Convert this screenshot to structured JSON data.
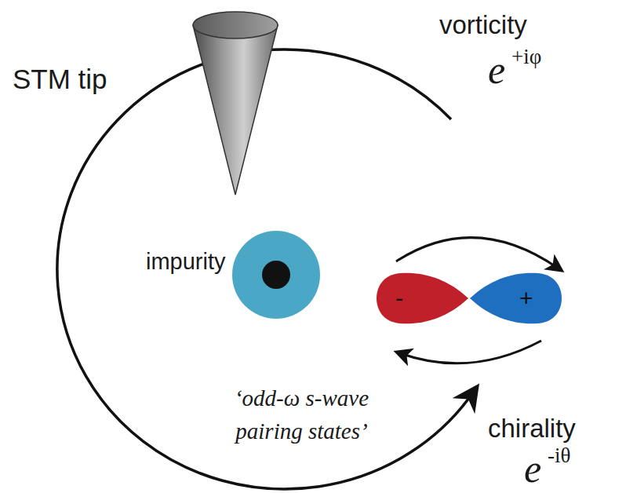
{
  "diagram": {
    "nodes": [
      {
        "text": [
          "-"
        ]
      },
      {
        "text": [
          "+"
        ]
      }
    ],
    "labels": [
      "STM tip",
      "vorticity",
      "e",
      "+iφ",
      "impurity",
      "‘odd-ω s-wave pairing states’",
      "chirality",
      "e",
      "-iθ"
    ]
  }
}
